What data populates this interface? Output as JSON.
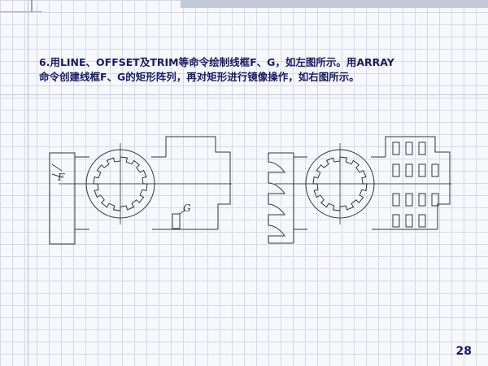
{
  "instruction": {
    "line1": "6.用LINE、OFFSET及TRIM等命令绘制线框F、G，如左图所示。用ARRAY",
    "line2": "命令创建线框F、G的矩形阵列，再对矩形进行镜像操作，如右图所示。"
  },
  "left_figure": {
    "label_f": "F",
    "label_g": "G"
  },
  "page_number": "28",
  "colors": {
    "text": "#1a1a66",
    "line": "#333333",
    "grid": "#d4d9e6"
  }
}
